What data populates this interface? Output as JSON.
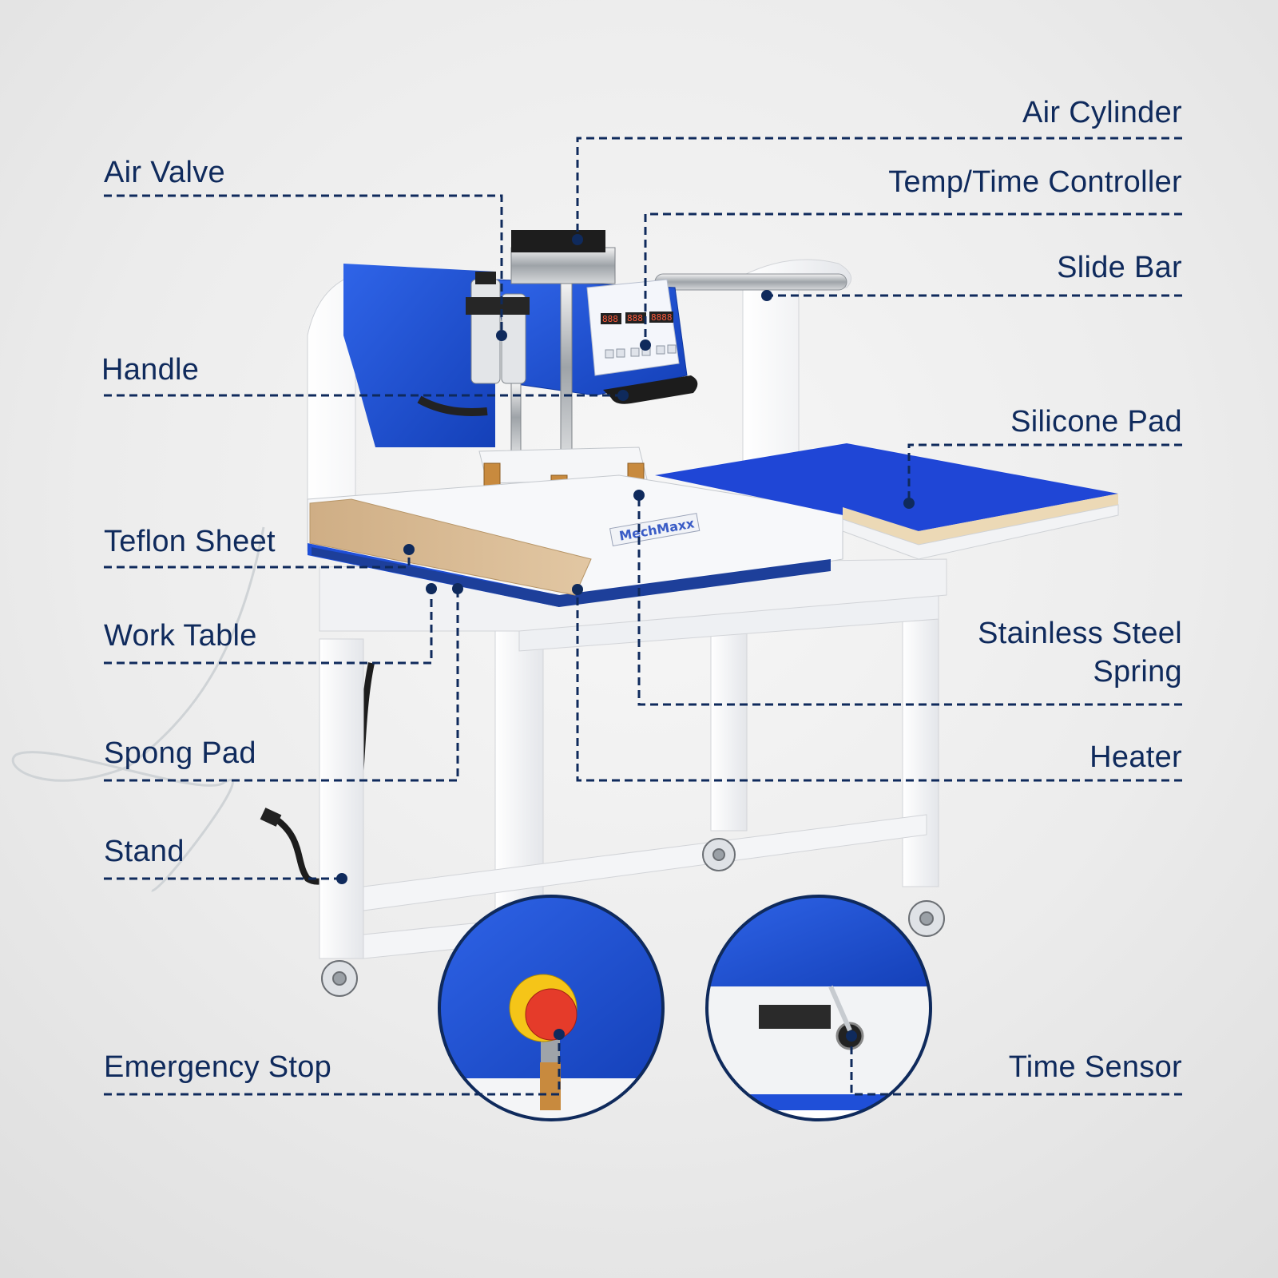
{
  "brand": {
    "logo_text": "MechMaxx",
    "accent": "#1f4fd8",
    "line": "#0f2a5c"
  },
  "labels": {
    "air_valve": "Air Valve",
    "air_cylinder": "Air Cylinder",
    "temp_time_controller": "Temp/Time Controller",
    "slide_bar": "Slide Bar",
    "handle": "Handle",
    "silicone_pad": "Silicone Pad",
    "teflon_sheet": "Teflon Sheet",
    "work_table": "Work Table",
    "stainless_steel_spring_1": "Stainless Steel",
    "stainless_steel_spring_2": "Spring",
    "spong_pad": "Spong Pad",
    "heater": "Heater",
    "stand": "Stand",
    "emergency_stop": "Emergency Stop",
    "time_sensor": "Time Sensor"
  },
  "controller": {
    "display_1": "888",
    "display_2": "888",
    "display_3": "8888"
  }
}
